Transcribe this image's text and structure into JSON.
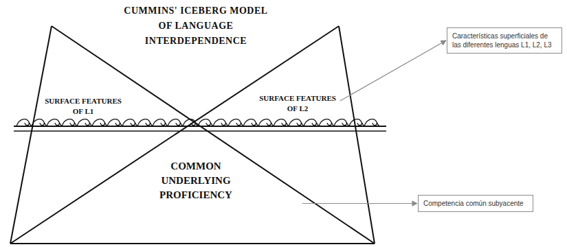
{
  "diagram": {
    "title": "CUMMINS' ICEBERG MODEL OF LANGUAGE INTERDEPENDENCE",
    "nodes": [
      {
        "text": [
          "Características superficiales de las diferentes lenguas L1, L2, L3"
        ]
      },
      {
        "text": [
          "Competencia común subyacente"
        ]
      }
    ],
    "labels": [
      "SURFACE FEATURES OF L1",
      "SURFACE FEATURES OF L2",
      "COMMON UNDERLYING PROFICIENCY"
    ]
  }
}
